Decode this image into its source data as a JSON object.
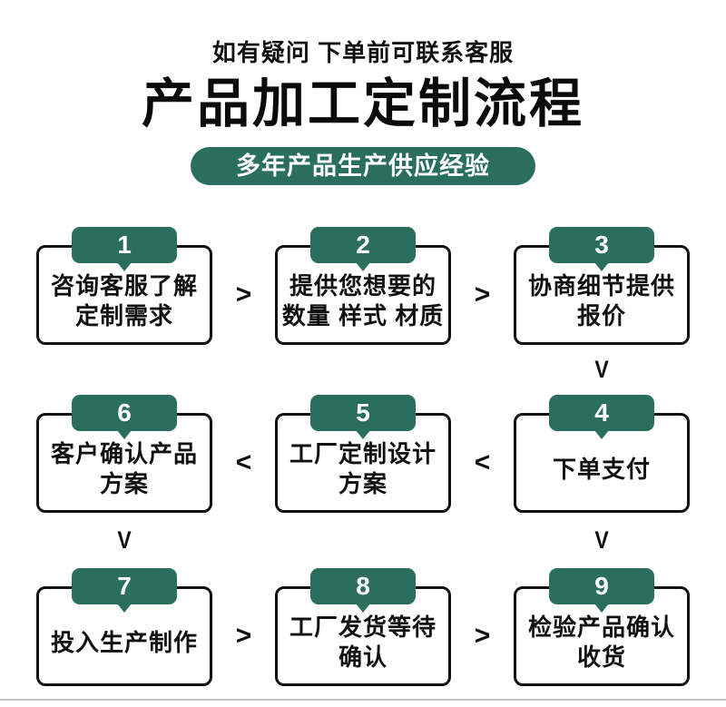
{
  "header": {
    "top_note": "如有疑问 下单前可联系客服",
    "title": "产品加工定制流程",
    "badge": "多年产品生产供应经验"
  },
  "colors": {
    "accent_green": "#2a6e5e",
    "text_black": "#111111",
    "divider_gray": "#c4c4c4"
  },
  "arrows": {
    "right": ">",
    "left": "<",
    "down": "V"
  },
  "steps": [
    {
      "num": "1",
      "lines": [
        "咨询客服了解",
        "定制需求"
      ]
    },
    {
      "num": "2",
      "lines": [
        "提供您想要的",
        "数量 样式 材质"
      ]
    },
    {
      "num": "3",
      "lines": [
        "协商细节提供",
        "报价"
      ]
    },
    {
      "num": "4",
      "lines": [
        "下单支付"
      ]
    },
    {
      "num": "5",
      "lines": [
        "工厂定制设计",
        "方案"
      ]
    },
    {
      "num": "6",
      "lines": [
        "客户确认产品",
        "方案"
      ]
    },
    {
      "num": "7",
      "lines": [
        "投入生产制作"
      ]
    },
    {
      "num": "8",
      "lines": [
        "工厂发货等待",
        "确认"
      ]
    },
    {
      "num": "9",
      "lines": [
        "检验产品确认",
        "收货"
      ]
    }
  ]
}
